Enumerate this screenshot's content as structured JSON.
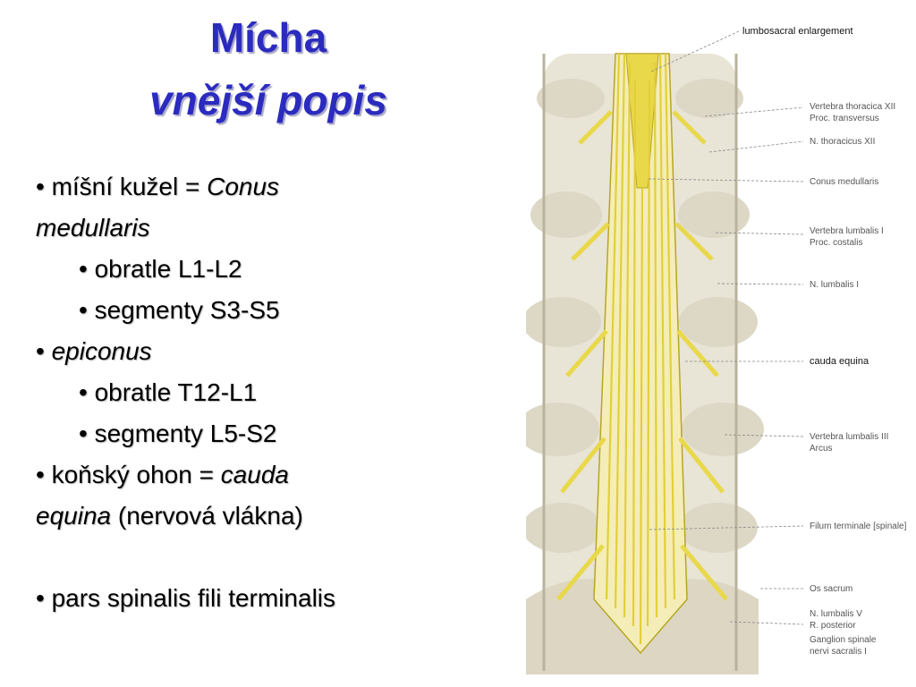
{
  "slide": {
    "title_line1": "Mícha",
    "title_line2": "vnější popis",
    "bullets": {
      "b1_prefix": "• míšní kužel = ",
      "b1_italic_a": "Conus",
      "b1_italic_b": "medullaris",
      "b1_sub1": "• obratle L1-L2",
      "b1_sub2": "• segmenty S3-S5",
      "b2_prefix": "•  ",
      "b2_italic": "epiconus",
      "b2_sub1": "• obratle T12-L1",
      "b2_sub2": "• segmenty L5-S2",
      "b3_prefix": "•  koňský ohon = ",
      "b3_italic_a": "cauda",
      "b3_italic_b": "equina",
      "b3_suffix": " (nervová vlákna)",
      "b4": "• pars spinalis fili terminalis"
    }
  },
  "figure": {
    "labels": {
      "lumbosacral": "lumbosacral enlargement",
      "vert_thor_1": "Vertebra thoracica XII",
      "vert_thor_2": "Proc. transversus",
      "n_thor": "N. thoracicus XII",
      "conus": "Conus medullaris",
      "vert_lumb1_1": "Vertebra lumbalis I",
      "vert_lumb1_2": "Proc. costalis",
      "n_lumb1": "N. lumbalis I",
      "cauda": "cauda equina",
      "vert_lumb3_1": "Vertebra lumbalis III",
      "vert_lumb3_2": "Arcus",
      "filum": "Filum terminale [spinale]",
      "os_sacrum": "Os sacrum",
      "n_lumb5": "N. lumbalis V",
      "r_post": "R. posterior",
      "ganglion": "Ganglion spinale",
      "nervi_sac": "nervi sacralis I"
    }
  },
  "colors": {
    "title": "#2b2bbf",
    "bone": "#e8e4d6",
    "bone_shadow": "#b9b29c",
    "nerve": "#e9d84a",
    "nerve_dark": "#b8a624"
  }
}
